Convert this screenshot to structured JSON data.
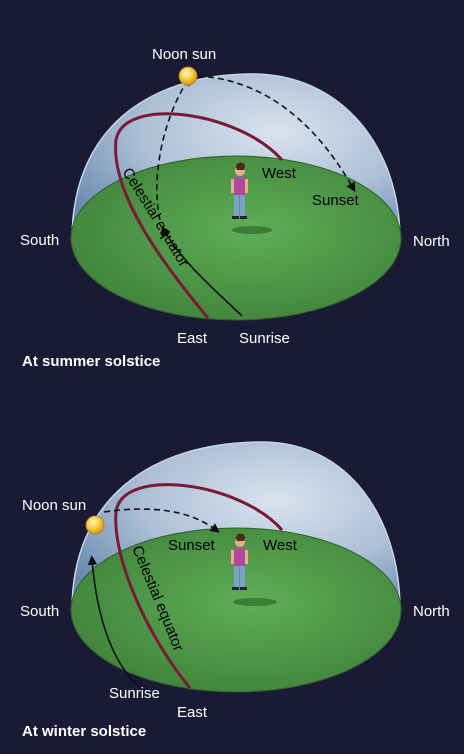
{
  "colors": {
    "background": "#1a1a35",
    "dome": "#aec4dc",
    "ground": "#4e9a48",
    "equator": "#7a1a35",
    "sun": "#f5c330",
    "path": "#111111"
  },
  "summer": {
    "noon_label": "Noon sun",
    "west": "West",
    "sunset": "Sunset",
    "south": "South",
    "north": "North",
    "east": "East",
    "sunrise": "Sunrise",
    "equator_label": "Celestial equator",
    "caption": "At summer solstice"
  },
  "winter": {
    "noon_label": "Noon sun",
    "sunset": "Sunset",
    "west": "West",
    "south": "South",
    "north": "North",
    "sunrise": "Sunrise",
    "east": "East",
    "equator_label": "Celestial equator",
    "caption": "At winter solstice"
  }
}
